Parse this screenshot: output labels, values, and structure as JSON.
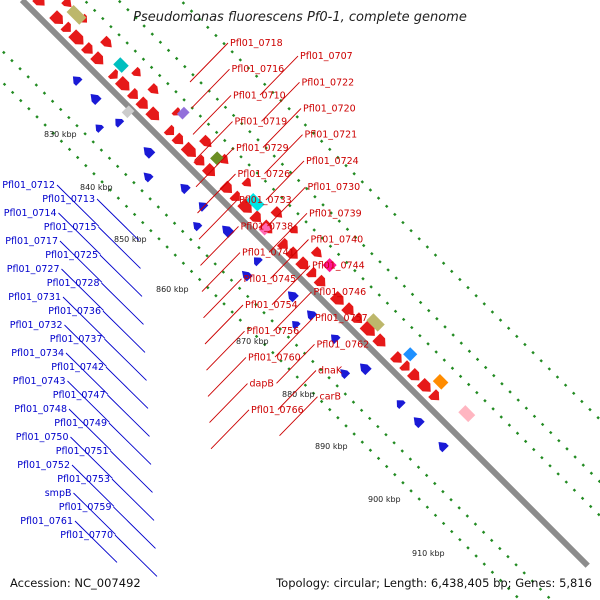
{
  "title": "Pseudomonas fluorescens Pf0-1, complete genome",
  "footer": {
    "accession": "Accession: NC_007492",
    "summary": "Topology: circular; Length: 6,438,405 bp; Genes: 5,816"
  },
  "colors": {
    "forward": "#e61919",
    "reverse": "#1a1ad6",
    "backbone": "#8c8c8c",
    "tick": "#228b22",
    "label_forward": "#cc0000",
    "label_reverse": "#0000cc"
  },
  "scale_ticks": [
    "830 kbp",
    "840 kbp",
    "850 kbp",
    "860 kbp",
    "870 kbp",
    "880 kbp",
    "890 kbp",
    "900 kbp",
    "910 kbp"
  ],
  "forward_labels": [
    "Pfl01_0718",
    "Pfl01_0707",
    "Pfl01_0716",
    "Pfl01_0722",
    "Pfl01_0710",
    "Pfl01_0720",
    "Pfl01_0719",
    "Pfl01_0721",
    "Pfl01_0729",
    "Pfl01_0724",
    "Pfl01_0726",
    "Pfl01_0730",
    "Pfl01_0733",
    "Pfl01_0739",
    "Pfl01_0738",
    "Pfl01_0740",
    "Pfl01_0741",
    "Pfl01_0744",
    "Pfl01_0745",
    "Pfl01_0746",
    "Pfl01_0754",
    "Pfl01_0757",
    "Pfl01_0756",
    "Pfl01_0762",
    "Pfl01_0760",
    "dnaK",
    "dapB",
    "carB",
    "Pfl01_0766"
  ],
  "reverse_labels": [
    "Pfl01_0712",
    "Pfl01_0713",
    "Pfl01_0714",
    "Pfl01_0715",
    "Pfl01_0717",
    "Pfl01_0725",
    "Pfl01_0727",
    "Pfl01_0728",
    "Pfl01_0731",
    "Pfl01_0736",
    "Pfl01_0732",
    "Pfl01_0737",
    "Pfl01_0734",
    "Pfl01_0742",
    "Pfl01_0743",
    "Pfl01_0747",
    "Pfl01_0748",
    "Pfl01_0749",
    "Pfl01_0750",
    "Pfl01_0751",
    "Pfl01_0752",
    "Pfl01_0753",
    "smpB",
    "Pfl01_0759",
    "Pfl01_0761",
    "Pfl01_0770"
  ]
}
